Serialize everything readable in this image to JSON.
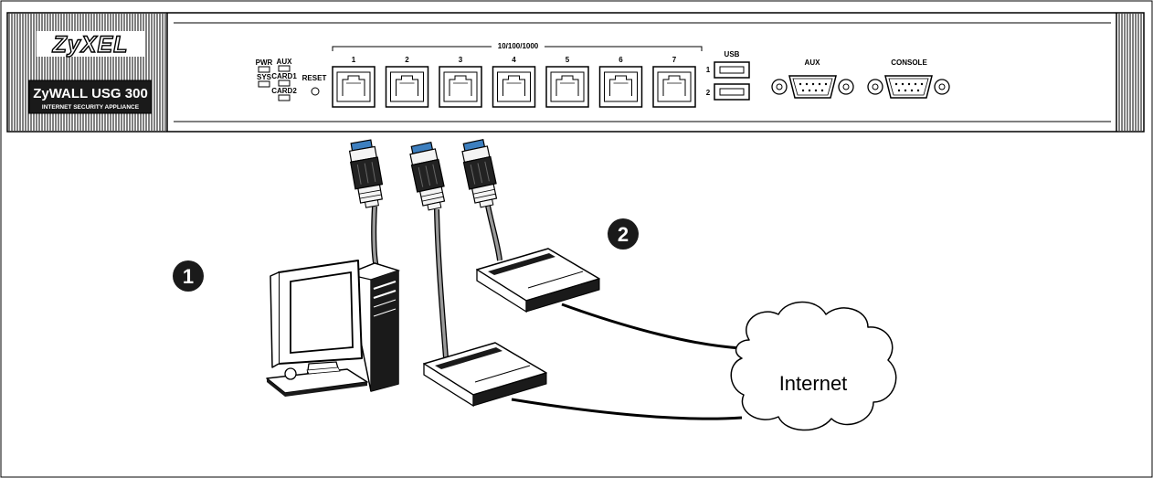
{
  "device": {
    "brand": "ZyXEL",
    "model": "ZyWALL USG 300",
    "subtitle": "INTERNET SECURITY APPLIANCE",
    "leds": {
      "pwr": "PWR",
      "sys": "SYS",
      "aux": "AUX",
      "card1": "CARD1",
      "card2": "CARD2"
    },
    "reset_label": "RESET",
    "ports_header": "10/100/1000",
    "ports": [
      "1",
      "2",
      "3",
      "4",
      "5",
      "6",
      "7"
    ],
    "usb_label": "USB",
    "usb_ports": [
      "1",
      "2"
    ],
    "aux_label": "AUX",
    "console_label": "CONSOLE"
  },
  "callouts": {
    "computer": "1",
    "modems": "2"
  },
  "cloud_label": "Internet",
  "colors": {
    "ink": "#000000",
    "cable": "#9a9a9a",
    "plug_blue": "#3d7fbf",
    "badge": "#1a1a1a"
  }
}
